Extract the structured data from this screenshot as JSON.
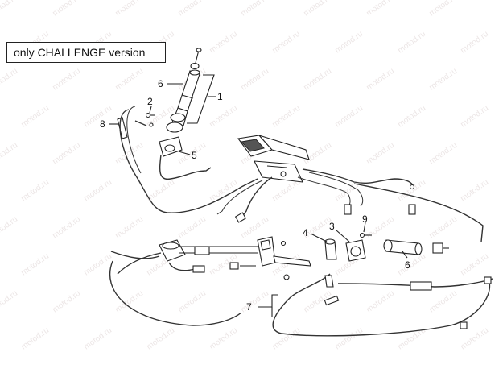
{
  "diagram": {
    "version_label": "only CHALLENGE version",
    "watermark": "motod.ru",
    "callouts": [
      {
        "id": "c1",
        "label": "1"
      },
      {
        "id": "c2",
        "label": "2"
      },
      {
        "id": "c3",
        "label": "3"
      },
      {
        "id": "c4",
        "label": "4"
      },
      {
        "id": "c5",
        "label": "5"
      },
      {
        "id": "c6a",
        "label": "6"
      },
      {
        "id": "c6b",
        "label": "6"
      },
      {
        "id": "c7",
        "label": "7"
      },
      {
        "id": "c8",
        "label": "8"
      },
      {
        "id": "c9",
        "label": "9"
      }
    ]
  }
}
